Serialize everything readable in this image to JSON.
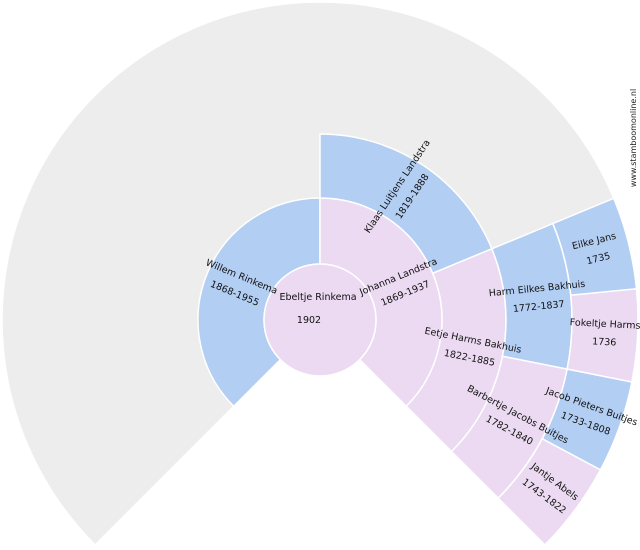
{
  "colors": {
    "background_ring": "#ededed",
    "male": "#b3cef3",
    "female": "#ebdaf1",
    "separator": "#ffffff"
  },
  "watermark": "www.stamboomonline.nl",
  "center": {
    "name": "Ebeltje Rinkema",
    "years": "1902"
  },
  "generation_1": [
    {
      "id": "willem",
      "name": "Willem Rinkema",
      "years": "1868-1955",
      "sex": "male"
    },
    {
      "id": "johanna",
      "name": "Johanna Landstra",
      "years": "1869-1937",
      "sex": "female"
    }
  ],
  "generation_2": [
    {
      "id": "klaas",
      "name": "Klaas Luitjens Landstra",
      "years": "1819-1888",
      "sex": "male"
    },
    {
      "id": "eetje",
      "name": "Eetje Harms Bakhuis",
      "years": "1822-1885",
      "sex": "female"
    }
  ],
  "generation_3": [
    {
      "id": "harm",
      "name": "Harm Eilkes Bakhuis",
      "years": "1772-1837",
      "sex": "male"
    },
    {
      "id": "barbertje",
      "name": "Barbertje Jacobs Buitjes",
      "years": "1782-1840",
      "sex": "female"
    }
  ],
  "generation_4": [
    {
      "id": "eilke",
      "name": "Eilke Jans",
      "years": "1735",
      "sex": "male"
    },
    {
      "id": "fokeltje",
      "name": "Fokeltje Harms",
      "years": "1736",
      "sex": "female"
    },
    {
      "id": "jacob",
      "name": "Jacob Pieters Buitjes",
      "years": "1733-1808",
      "sex": "male"
    },
    {
      "id": "jantje",
      "name": "Jantje Abels",
      "years": "1743-1822",
      "sex": "female"
    }
  ]
}
